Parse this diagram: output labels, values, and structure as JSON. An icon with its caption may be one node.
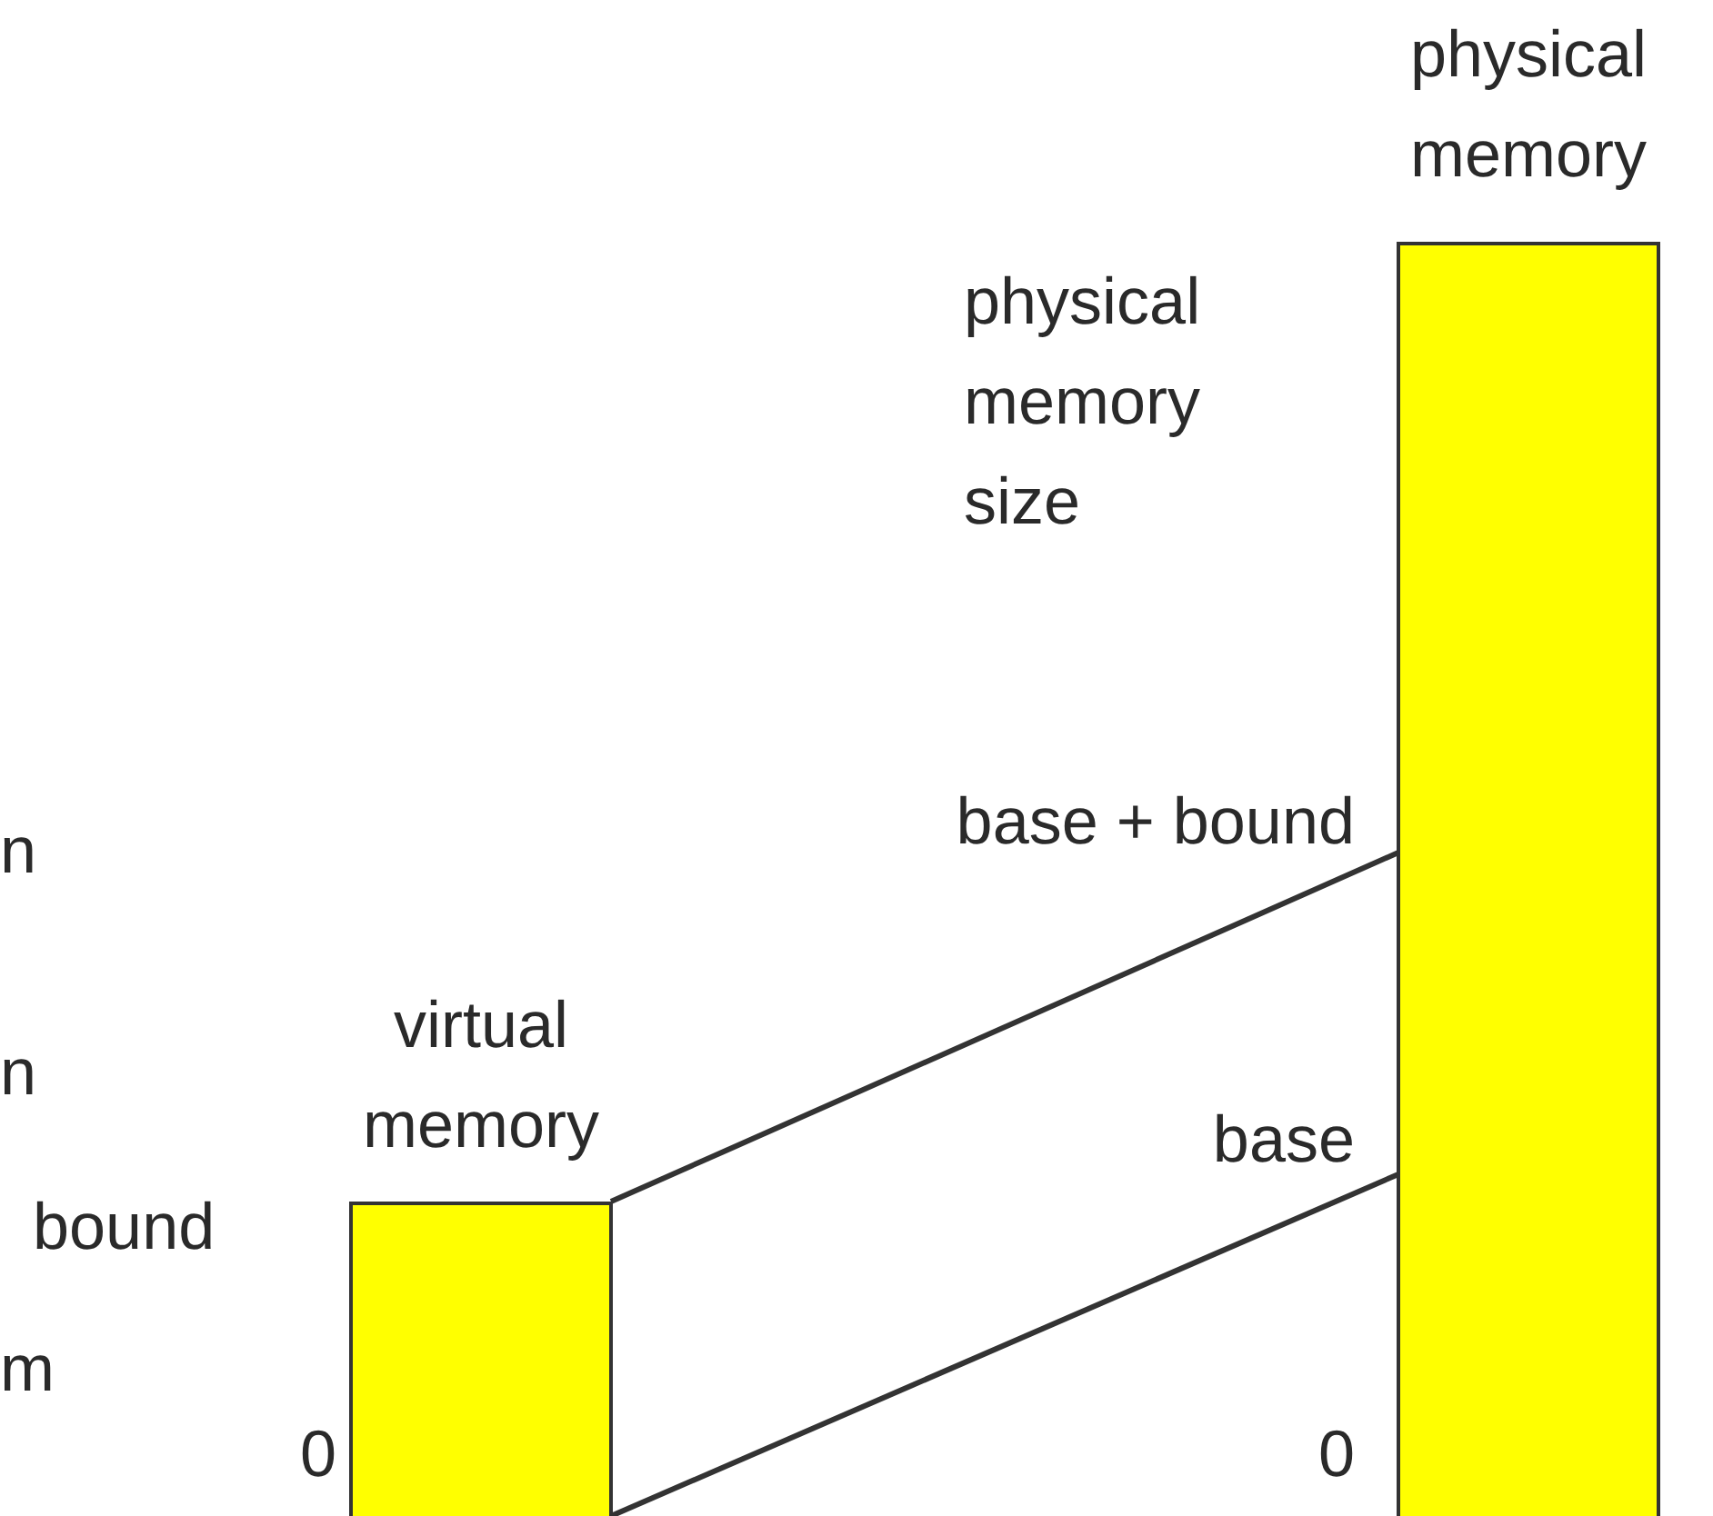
{
  "diagram": {
    "nodes": [
      {
        "text": [
          "virtual memory"
        ]
      },
      {
        "text": [
          "physical memory"
        ]
      }
    ],
    "edges": [
      {
        "from": 0,
        "to": 1,
        "arrow": "none"
      },
      {
        "from": 0,
        "to": 1,
        "arrow": "none"
      }
    ],
    "labels": [
      "physical memory size",
      "n",
      "base + bound",
      "n",
      "base",
      "bound",
      "m",
      "0",
      "0"
    ]
  }
}
